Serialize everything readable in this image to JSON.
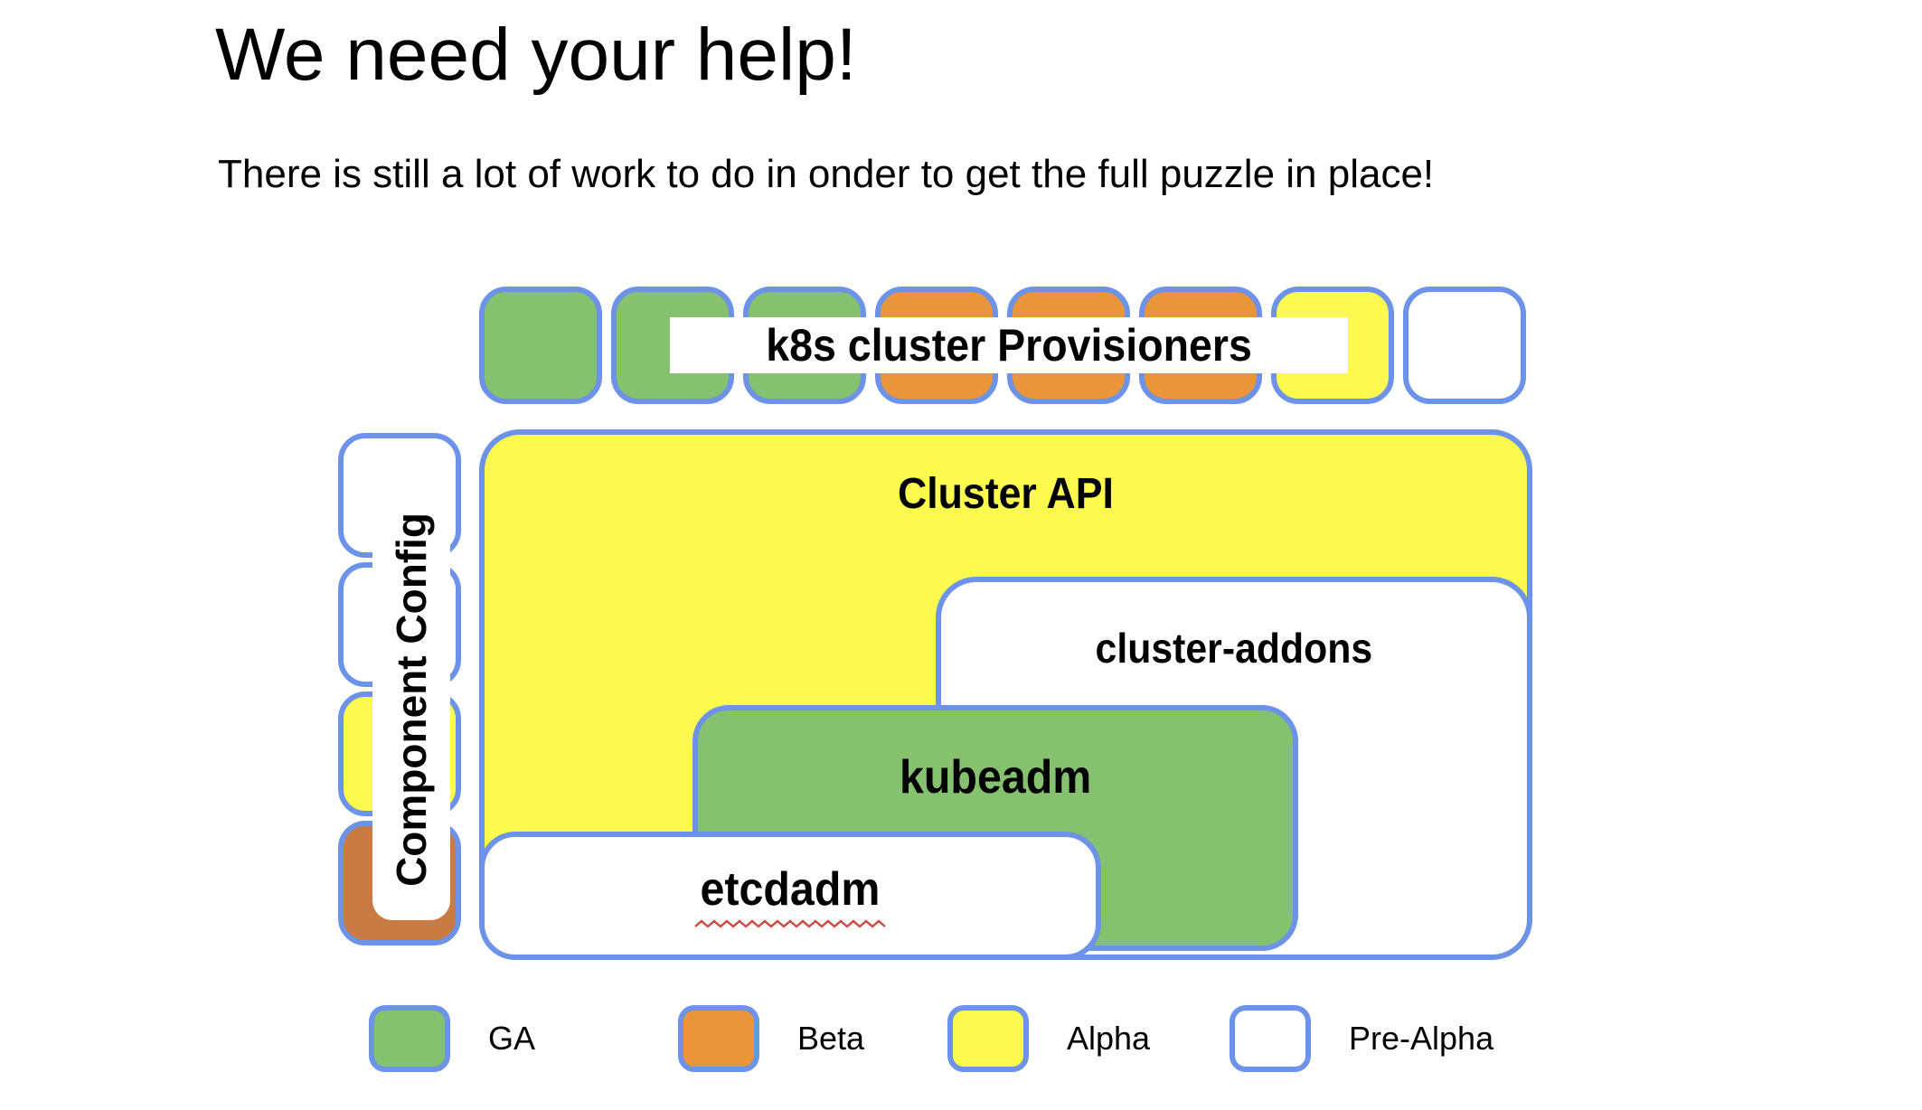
{
  "slide": {
    "title": "We need your help!",
    "subtitle": "There is still a lot of work to do in onder to get the full puzzle in place!"
  },
  "colors": {
    "ga_green": "#85c16e",
    "beta_orange": "#e8953c",
    "alpha_yellow": "#fdfa4f",
    "pre_alpha_white": "#ffffff",
    "config_orange": "#c97b43",
    "outline_blue": "#6d93e8",
    "squiggle_red": "#cc4b3f",
    "text_black": "#000000"
  },
  "puzzle": {
    "provisioners_label": "k8s cluster Provisioners",
    "provisioner_tiles": [
      "ga",
      "ga",
      "ga",
      "beta",
      "beta",
      "beta",
      "alpha",
      "pre_alpha"
    ],
    "component_config_label": "Component Config",
    "component_config_tiles": [
      "pre_alpha",
      "pre_alpha",
      "alpha",
      "beta_dark"
    ],
    "boxes": {
      "cluster_api": "Cluster API",
      "cluster_addons": "cluster-addons",
      "kubeadm": "kubeadm",
      "etcdadm": "etcdadm"
    }
  },
  "legend": {
    "items": [
      {
        "label": "GA",
        "status": "ga"
      },
      {
        "label": "Beta",
        "status": "beta"
      },
      {
        "label": "Alpha",
        "status": "alpha"
      },
      {
        "label": "Pre-Alpha",
        "status": "pre_alpha"
      }
    ]
  }
}
